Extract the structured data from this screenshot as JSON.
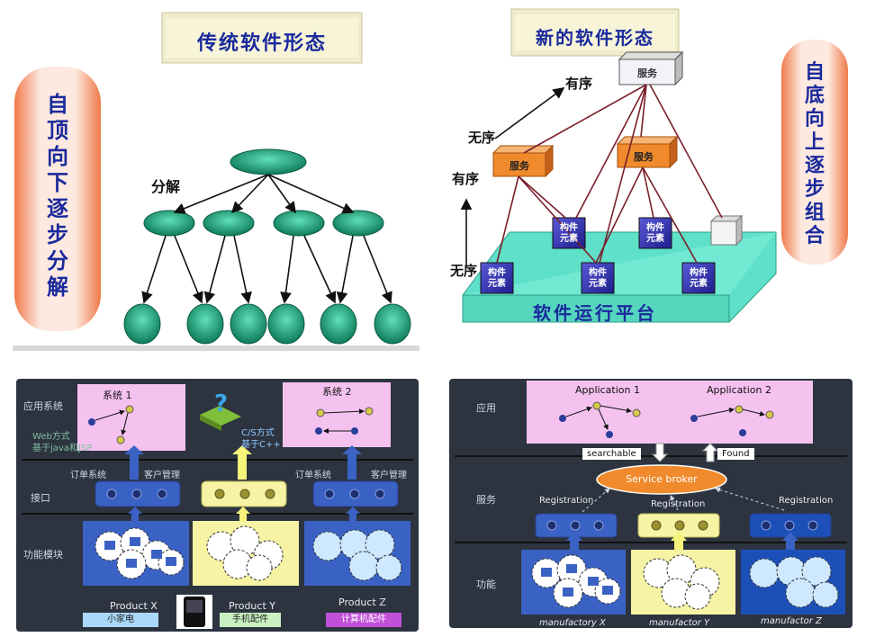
{
  "tl": {
    "title": "传统软件形态",
    "side": "自顶向下 逐步分解",
    "decompose": "分解"
  },
  "tr": {
    "title": "新的软件形态",
    "side": "自底向上 逐步组合",
    "ordered_top": "有序",
    "unordered_top": "无序",
    "ordered_left": "有序",
    "unordered_left": "无序",
    "service": "服务",
    "component": "构件元素",
    "component_l1": "构件",
    "component_l2": "元素",
    "platform": "软件运行平台"
  },
  "bl": {
    "rows": [
      "应用系统",
      "接口",
      "功能模块"
    ],
    "sys1": "系统 1",
    "sys2": "系统 2",
    "web_l1": "Web方式",
    "web_l2": "基于java和JSP",
    "cs_l1": "C/S方式",
    "cs_l2": "基于C++",
    "order_sys_1": "订单系统",
    "cust_mgmt_1": "客户管理",
    "order_sys_2": "订单系统",
    "cust_mgmt_2": "客户管理",
    "product_x": "Product X",
    "product_y": "Product Y",
    "product_z": "Product Z",
    "tag_x": "小家电",
    "tag_y": "手机配件",
    "tag_z": "计算机配件"
  },
  "br": {
    "rows": [
      "应用",
      "服务",
      "功能"
    ],
    "app1": "Application 1",
    "app2": "Application 2",
    "searchable": "searchable",
    "found": "Found",
    "broker": "Service broker",
    "reg1": "Registration",
    "reg2": "Registration",
    "reg3": "Registration",
    "mx": "manufactory X",
    "my": "manufactor  Y",
    "mz": "manufactor  Z"
  },
  "colors": {
    "dark_panel": "#2d3440",
    "pink": "#f5c2f0",
    "blue": "#3a62c4",
    "yellow": "#f6f3a4",
    "teal": "#1c9c77",
    "platform": "#5fe0c8",
    "orange": "#f08a2c"
  }
}
